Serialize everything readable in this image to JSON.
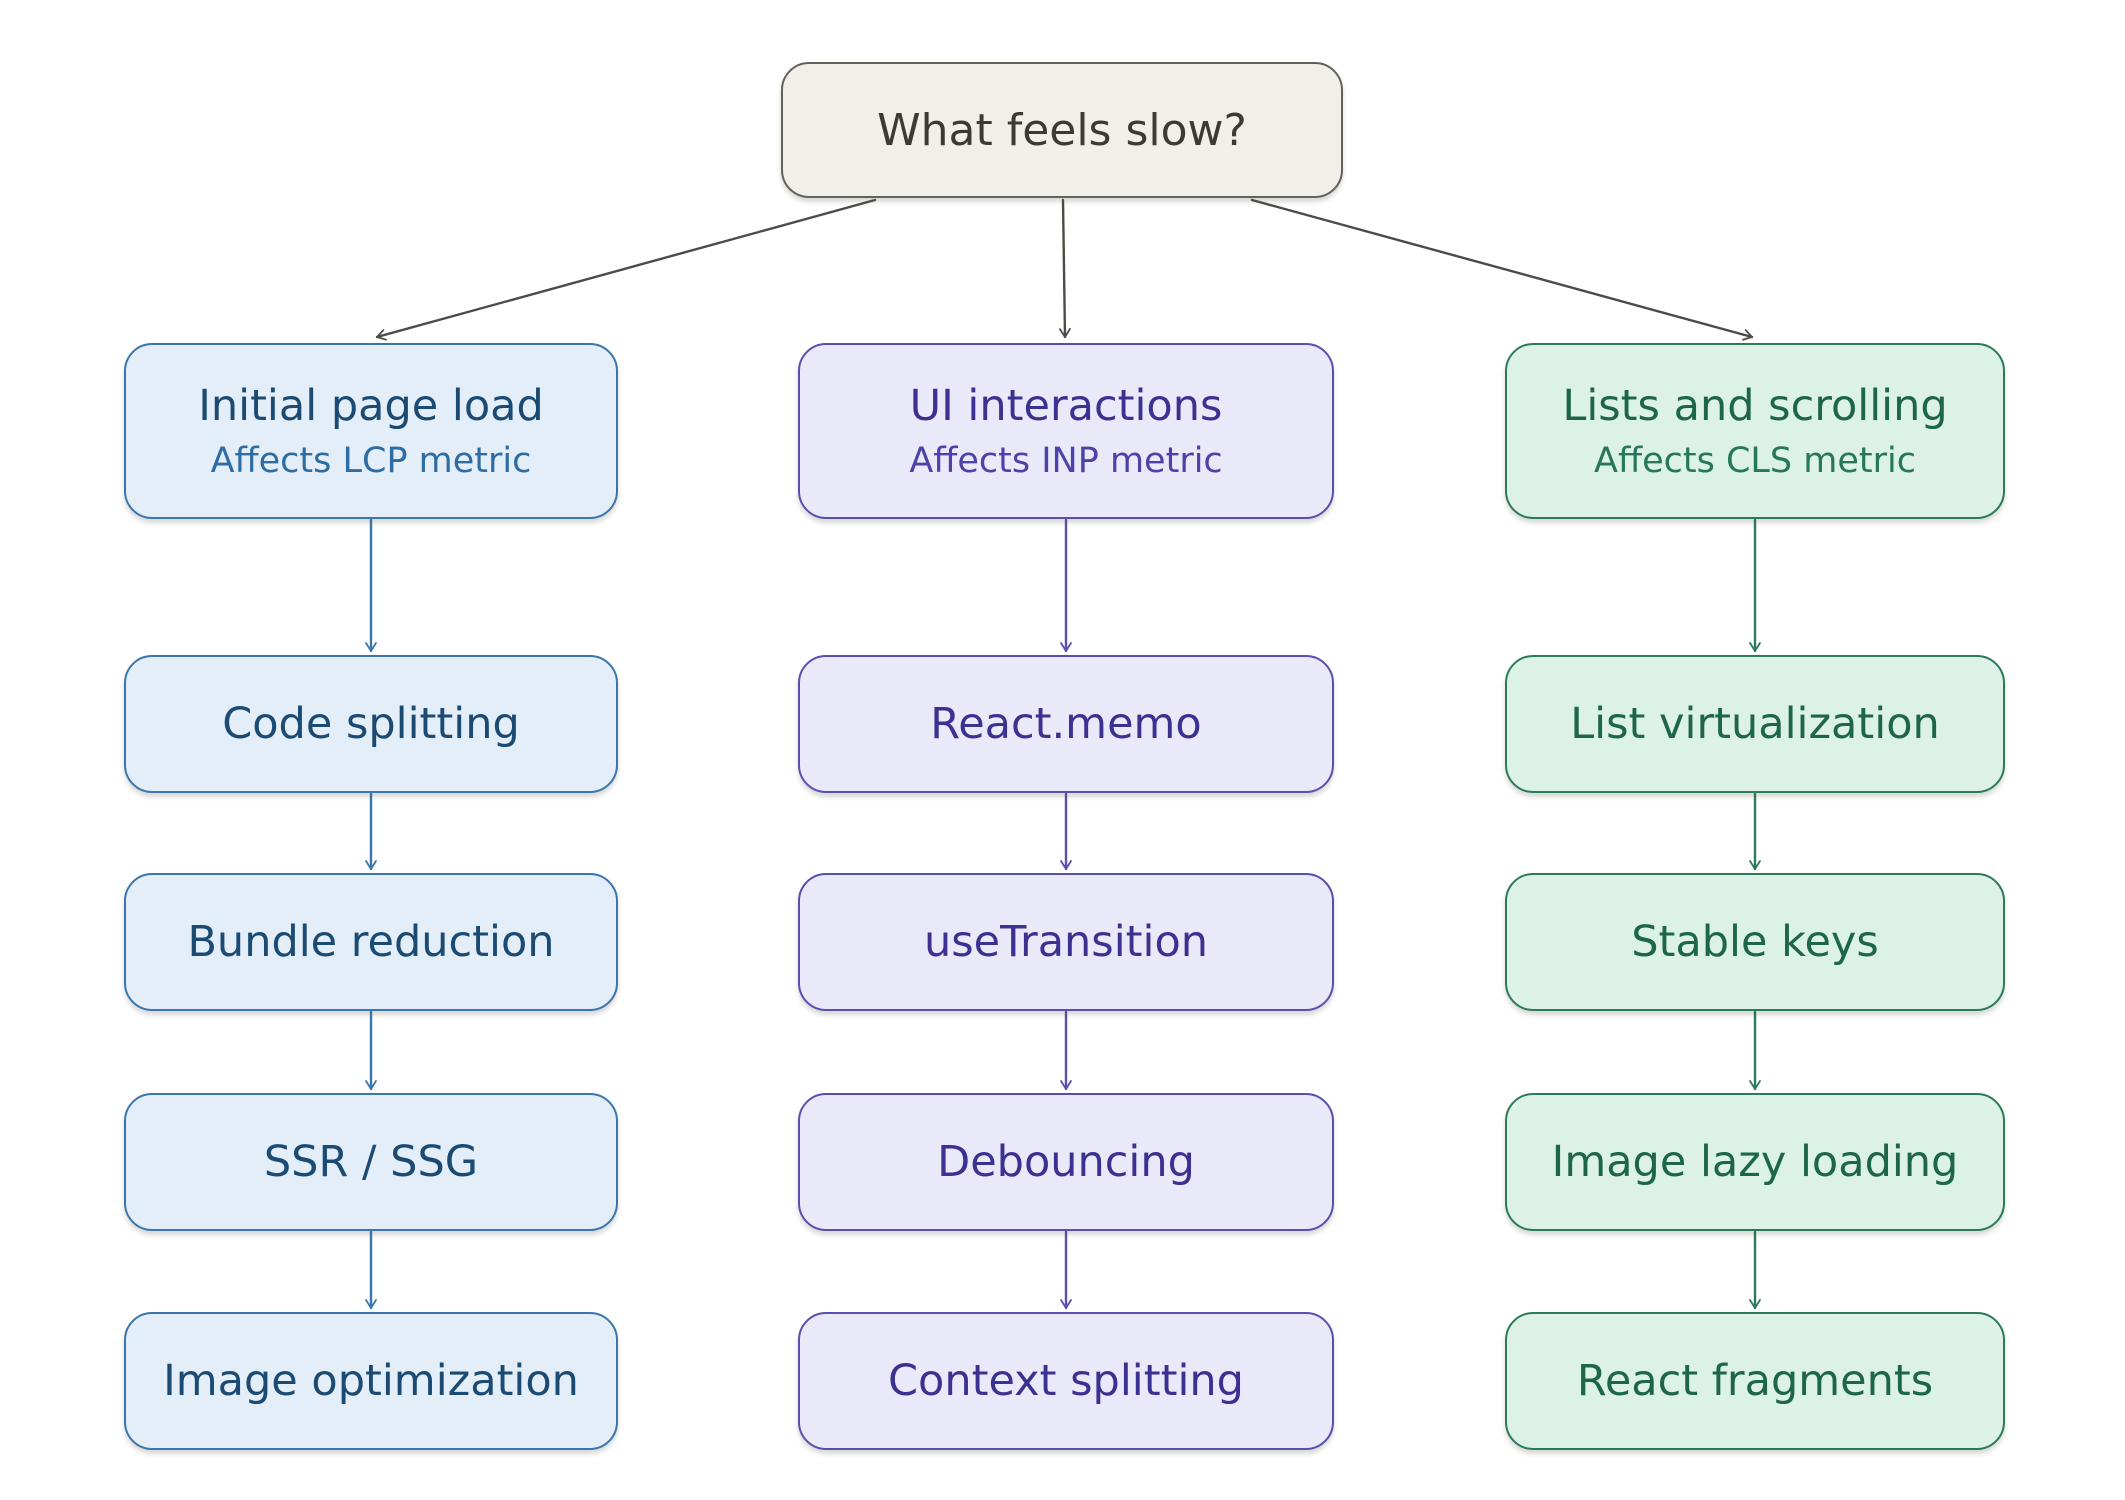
{
  "diagram": {
    "root": {
      "label": "What feels slow?",
      "colors": {
        "background": "#f0efe9",
        "border": "#62625a",
        "text": "#3b3b34"
      }
    },
    "connector_color": "#4c4c46",
    "columns": [
      {
        "name": "initial-page-load",
        "header": {
          "title": "Initial page load",
          "subtitle": "Affects LCP metric"
        },
        "children": [
          "Code splitting",
          "Bundle reduction",
          "SSR / SSG",
          "Image optimization"
        ],
        "colors": {
          "background": "#e4eef9",
          "border": "#3a76ad",
          "title": "#1b4a73",
          "subtitle": "#2e6da4"
        }
      },
      {
        "name": "ui-interactions",
        "header": {
          "title": "UI interactions",
          "subtitle": "Affects INP metric"
        },
        "children": [
          "React.memo",
          "useTransition",
          "Debouncing",
          "Context splitting"
        ],
        "colors": {
          "background": "#eae9fa",
          "border": "#5950ae",
          "title": "#3a3190",
          "subtitle": "#4c42a8"
        }
      },
      {
        "name": "lists-and-scrolling",
        "header": {
          "title": "Lists and scrolling",
          "subtitle": "Affects CLS metric"
        },
        "children": [
          "List virtualization",
          "Stable keys",
          "Image lazy loading",
          "React fragments"
        ],
        "colors": {
          "background": "#dcf2e6",
          "border": "#2b7a59",
          "title": "#1d6647",
          "subtitle": "#27775a"
        }
      }
    ]
  }
}
